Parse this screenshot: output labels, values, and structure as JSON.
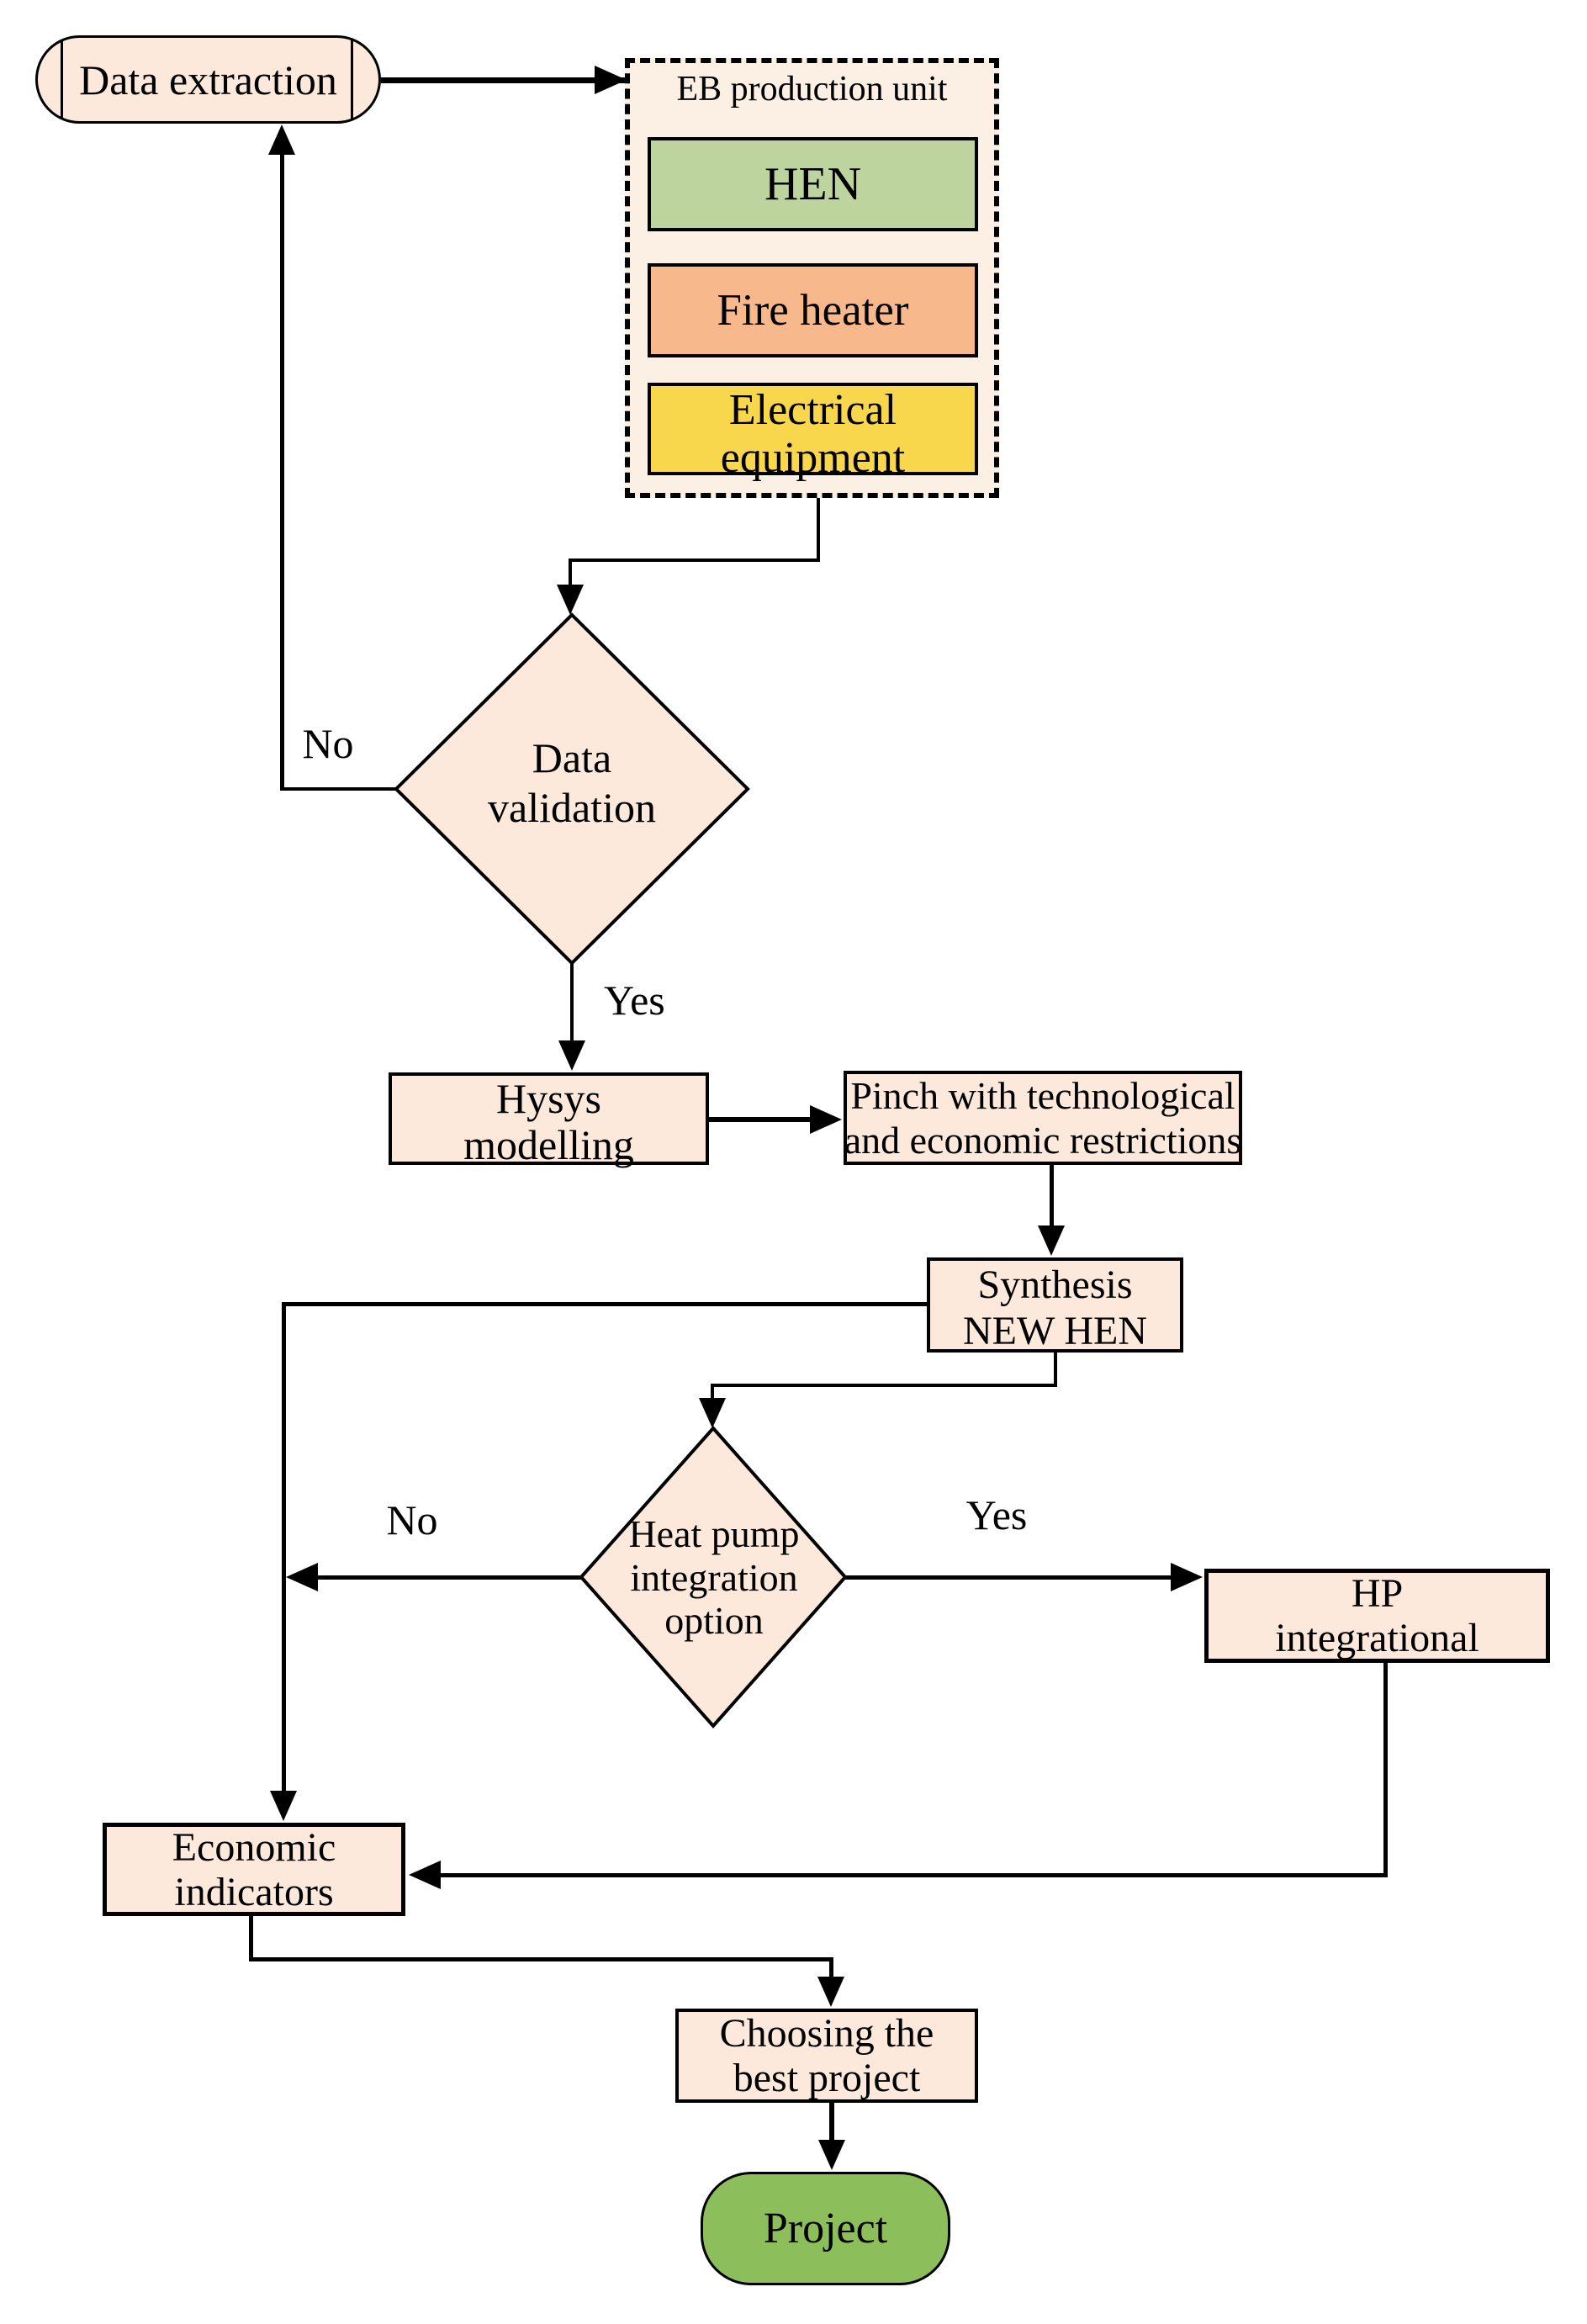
{
  "nodes": {
    "data_extraction": {
      "label": "Data extraction"
    },
    "eb_unit": {
      "title": "EB production unit"
    },
    "hen": {
      "label": "HEN"
    },
    "fire_heater": {
      "label": "Fire heater"
    },
    "electrical": {
      "line1": "Electrical",
      "line2": "equipment"
    },
    "data_validation": {
      "line1": "Data",
      "line2": "validation"
    },
    "hysys": {
      "line1": "Hysys",
      "line2": "modelling"
    },
    "pinch": {
      "line1": "Pinch with technological",
      "line2": "and economic restrictions"
    },
    "synthesis": {
      "line1": "Synthesis",
      "line2": "NEW HEN"
    },
    "hp_option": {
      "line1": "Heat pump",
      "line2": "integration",
      "line3": "option"
    },
    "hp_integrational": {
      "line1": "HP",
      "line2": "integrational"
    },
    "economic": {
      "line1": "Economic",
      "line2": "indicators"
    },
    "choosing": {
      "line1": "Choosing the",
      "line2": "best project"
    },
    "project": {
      "label": "Project"
    }
  },
  "edge_labels": {
    "validation_no": "No",
    "validation_yes": "Yes",
    "hp_no": "No",
    "hp_yes": "Yes"
  },
  "colors": {
    "process_fill": "#FCE9DB",
    "container_fill": "#FCEFE3",
    "hen_fill": "#BDD49E",
    "fire_heater_fill": "#F7B98B",
    "electrical_fill": "#F9D74D",
    "project_fill": "#8CBE5B",
    "line_color": "#000000"
  }
}
